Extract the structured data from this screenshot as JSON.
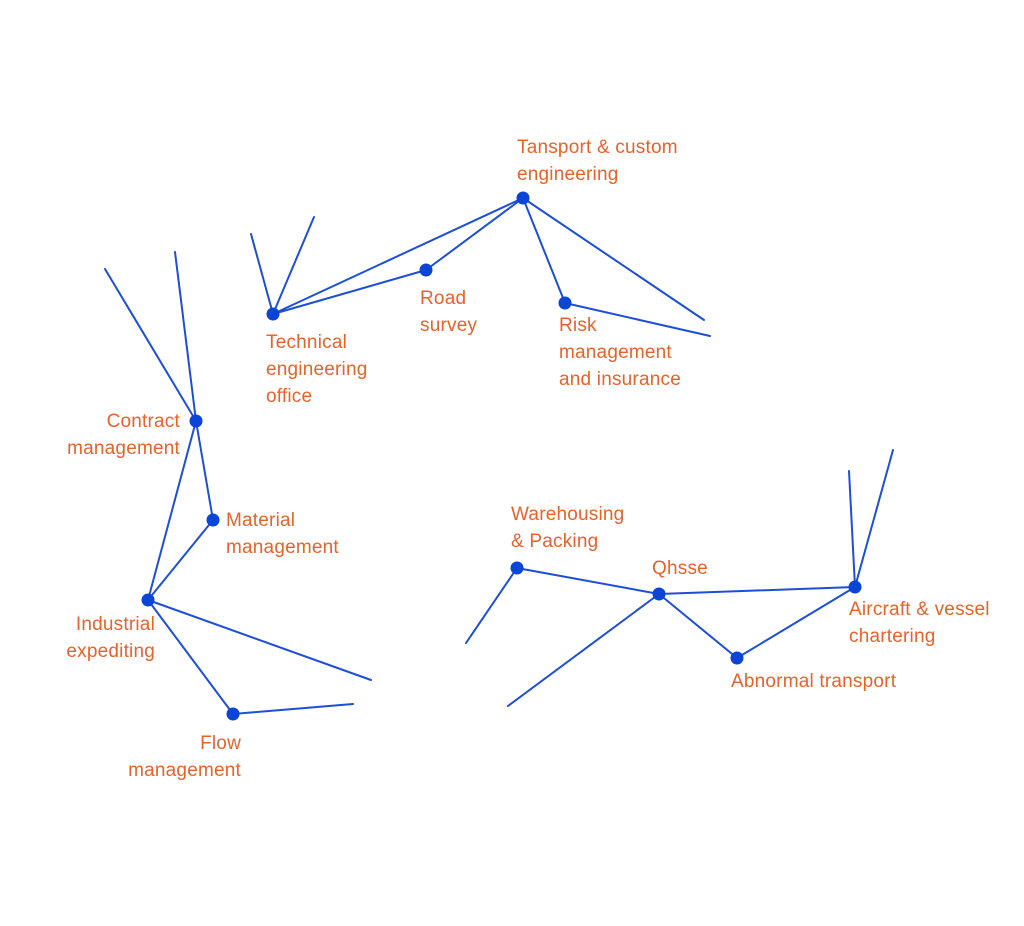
{
  "colors": {
    "edge": "#1d4ed8",
    "node": "#0b45d6",
    "label": "#e8622a",
    "background": "#ffffff"
  },
  "labels": {
    "transport": [
      "Tansport & custom",
      "engineering"
    ],
    "road": [
      "Road",
      "survey"
    ],
    "risk": [
      "Risk",
      "management",
      "and insurance"
    ],
    "technical": [
      "Technical",
      "engineering",
      "office"
    ],
    "contract": [
      "Contract",
      "management"
    ],
    "material": [
      "Material",
      "management"
    ],
    "industrial": [
      "Industrial",
      "expediting"
    ],
    "flow": [
      "Flow",
      "management"
    ],
    "warehousing": [
      "Warehousing",
      "& Packing"
    ],
    "qhsse": [
      "Qhsse"
    ],
    "aircraft": [
      "Aircraft & vessel",
      "chartering"
    ],
    "abnormal": [
      "Abnormal transport"
    ]
  }
}
